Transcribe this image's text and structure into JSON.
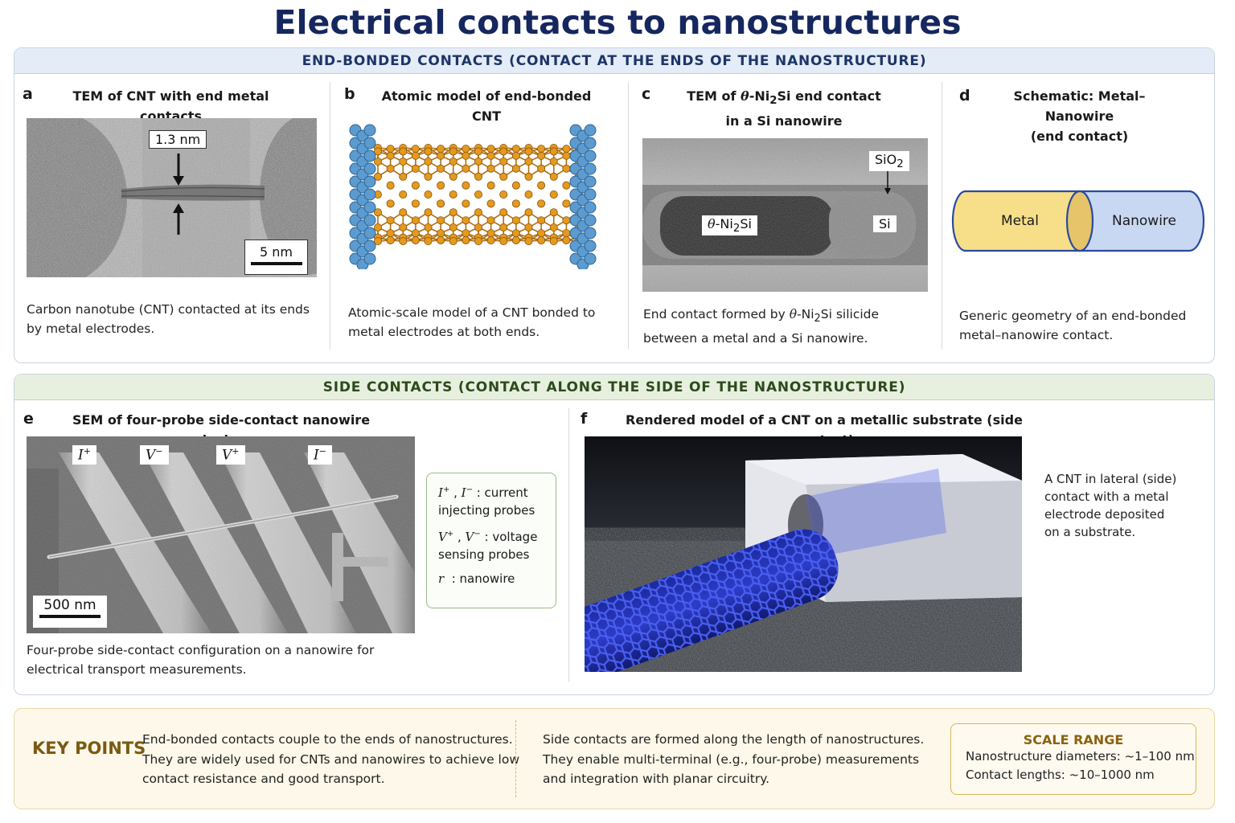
{
  "title": "Electrical contacts to nanostructures",
  "end_section": {
    "header": "END-BONDED CONTACTS (CONTACT AT THE ENDS OF THE NANOSTRUCTURE)",
    "panels": [
      {
        "label": "a",
        "title": "TEM of CNT with end metal contacts",
        "caption_l1": "Carbon nanotube (CNT) contacted at its ends",
        "caption_l2": "by metal electrodes.",
        "dim_label": "1.3 nm",
        "scale_label": "5 nm"
      },
      {
        "label": "b",
        "title": "Atomic model of end-bonded CNT",
        "caption_l1": "Atomic-scale model of a CNT bonded to",
        "caption_l2": "metal electrodes at both ends."
      },
      {
        "label": "c",
        "title_pre": "TEM of ",
        "title_theta": "θ",
        "title_mid": "-Ni",
        "title_sub": "2",
        "title_post": "Si end contact",
        "title_l2": "in a Si nanowire",
        "caption_pre": "End contact formed by ",
        "caption_theta": "θ",
        "caption_mid": "-Ni",
        "caption_sub": "2",
        "caption_post": "Si silicide",
        "caption_l2": "between a metal and a Si nanowire.",
        "label_silicide_theta": "θ",
        "label_silicide_mid": "-Ni",
        "label_silicide_sub": "2",
        "label_silicide_post": "Si",
        "label_si": "Si",
        "label_sio2": "SiO",
        "label_sio2_sub": "2"
      },
      {
        "label": "d",
        "title_l1": "Schematic: Metal–Nanowire",
        "title_l2": "(end contact)",
        "metal_label": "Metal",
        "nanowire_label": "Nanowire",
        "caption_l1": "Generic geometry of an end-bonded",
        "caption_l2": "metal–nanowire contact."
      }
    ]
  },
  "side_section": {
    "header": "SIDE CONTACTS (CONTACT ALONG THE SIDE OF THE NANOSTRUCTURE)",
    "panel_e": {
      "label": "e",
      "title": "SEM of four-probe side-contact nanowire device",
      "probes": [
        {
          "sym": "I",
          "sup": "+"
        },
        {
          "sym": "V",
          "sup": "−"
        },
        {
          "sym": "V",
          "sup": "+"
        },
        {
          "sym": "I",
          "sup": "−"
        }
      ],
      "scale_label": "500 nm",
      "caption_l1": "Four-probe side-contact configuration on a nanowire for",
      "caption_l2": "electrical transport measurements.",
      "legend": {
        "row1_a": "I",
        "row1_a_sup": "+",
        "row1_b": "I",
        "row1_b_sup": "−",
        "row1_text": " : current",
        "row1_l2": "injecting probes",
        "row2_a": "V",
        "row2_a_sup": "+",
        "row2_b": "V",
        "row2_b_sup": "−",
        "row2_text": " : voltage",
        "row2_l2": "sensing probes",
        "row3_a": "r",
        "row3_text": "  : nanowire"
      }
    },
    "panel_f": {
      "label": "f",
      "title": "Rendered model of a CNT on a metallic substrate (side contact)",
      "caption_l1": "A CNT in lateral (side)",
      "caption_l2": "contact with a metal",
      "caption_l3": "electrode deposited",
      "caption_l4": "on a substrate."
    }
  },
  "key_points": {
    "title": "KEY POINTS",
    "col1": [
      "End-bonded contacts couple to the ends of nanostructures.",
      "They are widely used for CNTs and nanowires to achieve low",
      "contact resistance and good transport."
    ],
    "col2": [
      "Side contacts are formed along the length of nanostructures.",
      "They enable multi-terminal (e.g., four-probe) measurements",
      "and integration with planar circuitry."
    ],
    "scale_title": "SCALE RANGE",
    "scale_l1": "Nanostructure diameters: ~1–100 nm",
    "scale_l2": "Contact lengths: ~10–1000 nm"
  },
  "colors": {
    "title": "#15275e",
    "metal": "#f7df8a",
    "nanowire": "#c9d8f2",
    "cnt_atoms": "#e39a1f",
    "electrode_atoms": "#5b9bd0",
    "cnt_render": "#2a3fc0"
  }
}
